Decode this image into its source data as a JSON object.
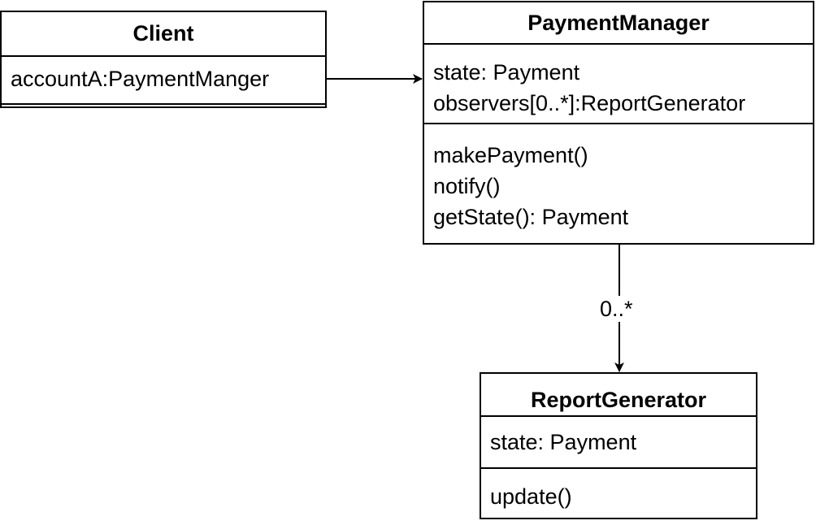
{
  "classes": {
    "client": {
      "name": "Client",
      "attributes": [
        "accountA:PaymentManger"
      ],
      "operations": []
    },
    "payment_manager": {
      "name": "PaymentManager",
      "attributes": [
        "state: Payment",
        "observers[0..*]:ReportGenerator"
      ],
      "operations": [
        "makePayment()",
        "notify()",
        "getState(): Payment"
      ]
    },
    "report_generator": {
      "name": "ReportGenerator",
      "attributes": [
        "state: Payment"
      ],
      "operations": [
        "update()"
      ]
    }
  },
  "associations": [
    {
      "from": "Client",
      "to": "PaymentManager",
      "label": ""
    },
    {
      "from": "PaymentManager",
      "to": "ReportGenerator",
      "label": "0..*"
    }
  ]
}
